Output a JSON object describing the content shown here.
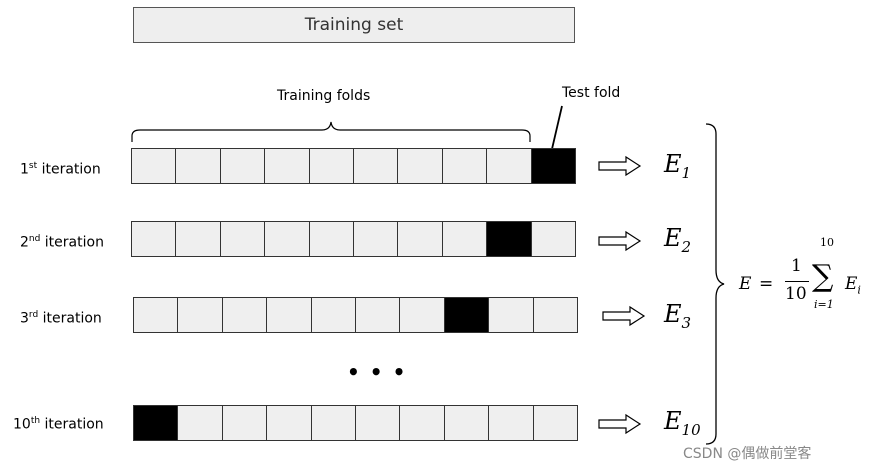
{
  "training_set_label": "Training set",
  "training_folds_label": "Training folds",
  "test_fold_label": "Test fold",
  "rows": [
    {
      "label_num": "1",
      "label_sup": "st",
      "label_rest": " iteration",
      "test_index": 9,
      "err_base": "E",
      "err_sub": "1"
    },
    {
      "label_num": "2",
      "label_sup": "nd",
      "label_rest": " iteration",
      "test_index": 8,
      "err_base": "E",
      "err_sub": "2"
    },
    {
      "label_num": "3",
      "label_sup": "rd",
      "label_rest": " iteration",
      "test_index": 7,
      "err_base": "E",
      "err_sub": "3"
    },
    {
      "label_num": "10",
      "label_sup": "th",
      "label_rest": " iteration",
      "test_index": 0,
      "err_base": "E",
      "err_sub": "10"
    }
  ],
  "ellipsis": "•••",
  "formula": {
    "lhs": "E",
    "equals": "=",
    "numerator": "1",
    "denominator": "10",
    "sum_upper": "10",
    "sum_lower": "i=1",
    "term_base": "E",
    "term_sub": "i"
  },
  "watermark": "CSDN @偶做前堂客"
}
